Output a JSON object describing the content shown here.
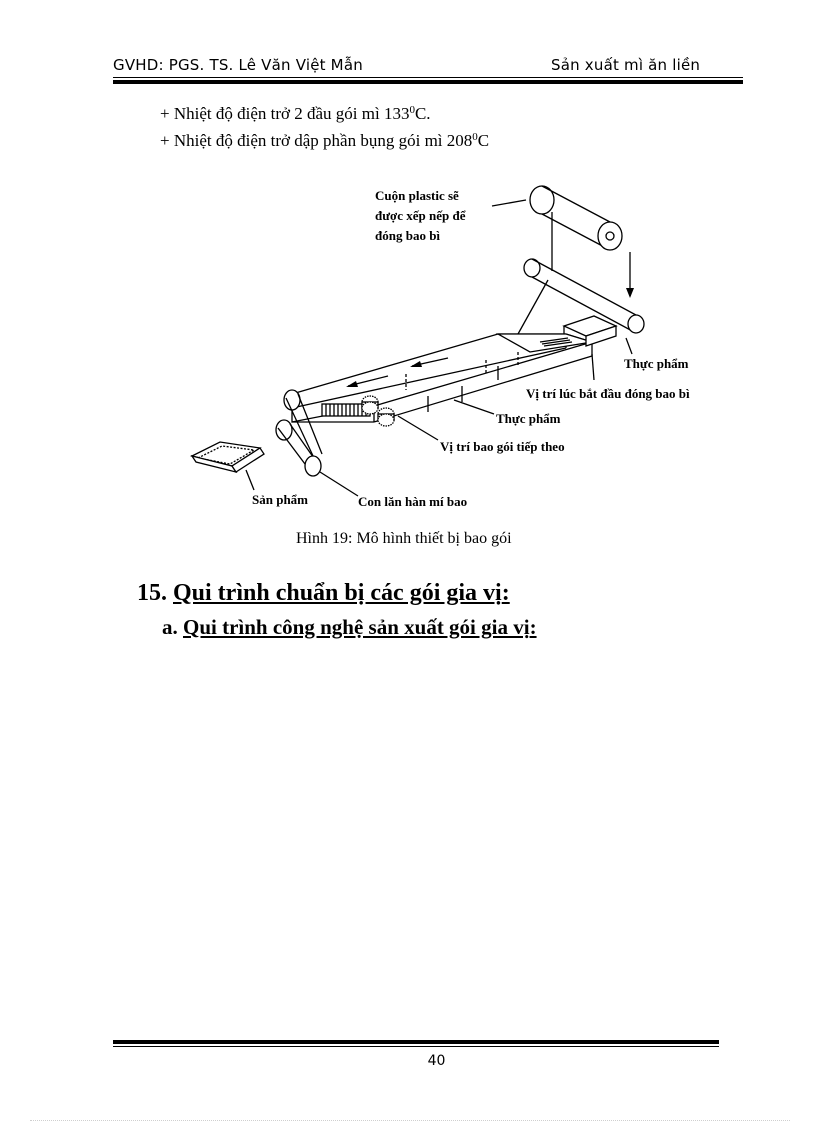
{
  "header": {
    "left": "GVHD: PGS. TS. Lê Văn Việt Mẫn",
    "right": "Sản xuất mì ăn liền"
  },
  "lines": {
    "line1_prefix": "+ Nhiệt độ điện trở 2 đầu gói mì 133",
    "line1_sup": "0",
    "line1_suffix": "C.",
    "line2_prefix": "+ Nhiệt độ điện trở dập phần bụng gói mì 208",
    "line2_sup": "0",
    "line2_suffix": "C"
  },
  "figure": {
    "labels": {
      "plastic_line1": "Cuộn plastic sẽ",
      "plastic_line2": "được xếp nếp để",
      "plastic_line3": "đóng bao bì",
      "food_top": "Thực phẩm",
      "start_position": "Vị trí lúc bắt đầu đóng bao bì",
      "food_middle": "Thực phẩm",
      "next_position": "Vị trí bao gói tiếp theo",
      "product": "Sản phẩm",
      "seal_roller": "Con lăn hàn mí bao"
    },
    "caption": "Hình 19: Mô hình thiết bị bao gói"
  },
  "section": {
    "number": "15.",
    "title": "Qui trình chuẩn bị các gói gia vị",
    "colon": ":"
  },
  "subsection": {
    "letter": "a.",
    "title": "Qui trình công nghệ sản xuất gói gia vị",
    "colon": ":"
  },
  "footer": {
    "page_number": "40"
  }
}
